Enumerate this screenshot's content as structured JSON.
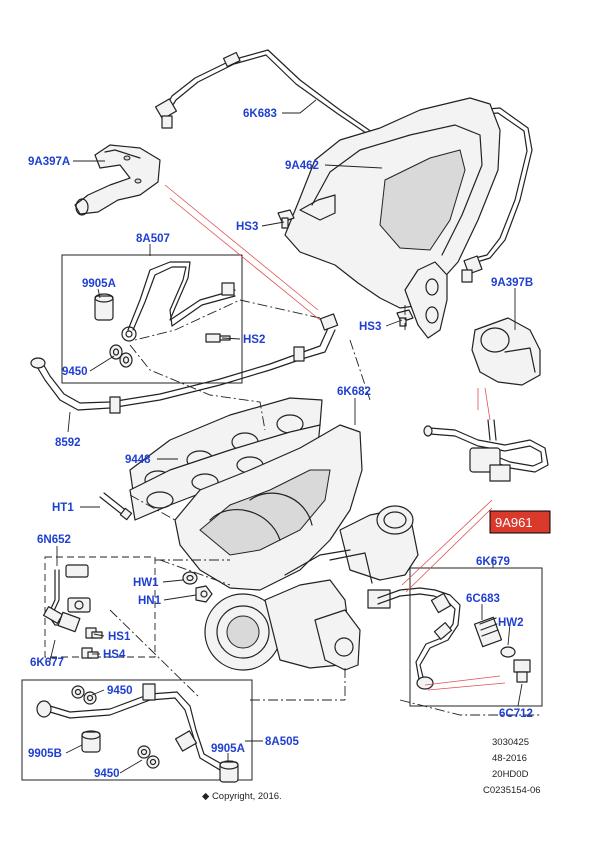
{
  "labels": {
    "l_6k683": "6K683",
    "l_9a397a": "9A397A",
    "l_9a462": "9A462",
    "l_hs3a": "HS3",
    "l_8a507": "8A507",
    "l_9905a_top": "9905A",
    "l_9450_top": "9450",
    "l_hs2": "HS2",
    "l_hs3b": "HS3",
    "l_9a397b": "9A397B",
    "l_6k682": "6K682",
    "l_8592": "8592",
    "l_9448": "9448",
    "l_ht1": "HT1",
    "l_9a961": "9A961",
    "l_6n652": "6N652",
    "l_6k679": "6K679",
    "l_hw1": "HW1",
    "l_hn1": "HN1",
    "l_6c683": "6C683",
    "l_hw2": "HW2",
    "l_hs1": "HS1",
    "l_hs4": "HS4",
    "l_6k677": "6K677",
    "l_9450_bl": "9450",
    "l_6c712": "6C712",
    "l_9905b": "9905B",
    "l_8a505": "8A505",
    "l_9905a_bl": "9905A",
    "l_9450_bl2": "9450"
  },
  "footer": {
    "copyright": "◆ Copyright, 2016.",
    "code1": "3030425",
    "code2": "48-2016",
    "code3": "20HD0D",
    "code4": "C0235154-06"
  },
  "colors": {
    "label_blue": "#1f3fd1",
    "highlight_red": "#d93a2b"
  }
}
